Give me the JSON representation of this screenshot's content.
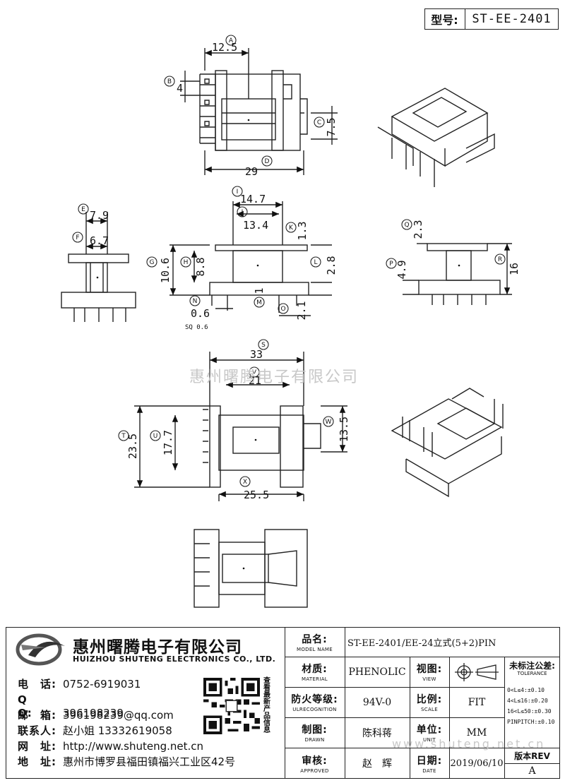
{
  "header": {
    "model_label": "型号:",
    "model_value": "ST-EE-2401"
  },
  "watermarks": {
    "center": "惠州曙腾电子有限公司",
    "bottom": "www.shuteng.net.cn"
  },
  "dimensions": {
    "A": {
      "letter": "A",
      "value": "12.5"
    },
    "B": {
      "letter": "B",
      "value": "4"
    },
    "C": {
      "letter": "C",
      "value": "7.5"
    },
    "D": {
      "letter": "D",
      "value": "29"
    },
    "E": {
      "letter": "E",
      "value": "7.9"
    },
    "F": {
      "letter": "F",
      "value": "6.7"
    },
    "G": {
      "letter": "G",
      "value": "10.6"
    },
    "H": {
      "letter": "H",
      "value": "8.8"
    },
    "I": {
      "letter": "I",
      "value": "14.7"
    },
    "J": {
      "letter": "J",
      "value": "13.4"
    },
    "K": {
      "letter": "K",
      "value": "1.3"
    },
    "L": {
      "letter": "L",
      "value": "2.8"
    },
    "M": {
      "letter": "M",
      "value": "1"
    },
    "N": {
      "letter": "N",
      "value": "0.6"
    },
    "N_note": "SQ 0.6",
    "O": {
      "letter": "O",
      "value": "2.1"
    },
    "P": {
      "letter": "P",
      "value": "4.9"
    },
    "Q": {
      "letter": "Q",
      "value": "2.3"
    },
    "R": {
      "letter": "R",
      "value": "16"
    },
    "S": {
      "letter": "S",
      "value": "33"
    },
    "V": {
      "letter": "V",
      "value": "21"
    },
    "T": {
      "letter": "T",
      "value": "23.5"
    },
    "U": {
      "letter": "U",
      "value": "17.7"
    },
    "W": {
      "letter": "W",
      "value": "13.5"
    },
    "X": {
      "letter": "X",
      "value": "25.5"
    }
  },
  "company": {
    "name_cn": "惠州曙腾电子有限公司",
    "name_en": "HUIZHOU SHUTENG ELECTRONICS CO., LTD.",
    "contacts": [
      {
        "key": "电　话:",
        "value": "0752-6919031"
      },
      {
        "key": "Q　　Q:",
        "value": "396198239"
      },
      {
        "key": "邮　箱:",
        "value": "396198239@qq.com"
      },
      {
        "key": "联系人:",
        "value": "赵小姐 13332619058"
      },
      {
        "key": "网　址:",
        "value": "http://www.shuteng.net.cn"
      },
      {
        "key": "地　址:",
        "value": "惠州市博罗县福田镇福兴工业区42号"
      }
    ],
    "qr_caption": "查看最新产品信息"
  },
  "title_block": {
    "model_name": {
      "cn": "品名:",
      "en": "MODEL NAME",
      "value": "ST-EE-2401/EE-24立式(5+2)PIN"
    },
    "material": {
      "cn": "材质:",
      "en": "MATERIAL",
      "value": "PHENOLIC"
    },
    "view": {
      "cn": "视图:",
      "en": "VIEW"
    },
    "flame": {
      "cn": "防火等级:",
      "en": "ULRECOGNITION",
      "value": "94V-0"
    },
    "scale": {
      "cn": "比例:",
      "en": "SCALE",
      "value": "FIT"
    },
    "drawn": {
      "cn": "制图:",
      "en": "DRAWN",
      "value": "陈科蒋"
    },
    "unit": {
      "cn": "单位:",
      "en": "UNIT",
      "value": "MM"
    },
    "approved": {
      "cn": "审核:",
      "en": "APPROVED",
      "value": "赵　辉"
    },
    "date": {
      "cn": "日期:",
      "en": "DATE",
      "value": "2019/06/10"
    },
    "tolerance": {
      "title": "未标注公差:",
      "sub": "TOLERANCE",
      "rows": [
        "0<L≤4:±0.10",
        "4<L≤16:±0.20",
        "16<L≤50:±0.30",
        "PINPITCH:±0.10"
      ]
    },
    "rev": {
      "label": "版本REV",
      "value": "A"
    }
  }
}
